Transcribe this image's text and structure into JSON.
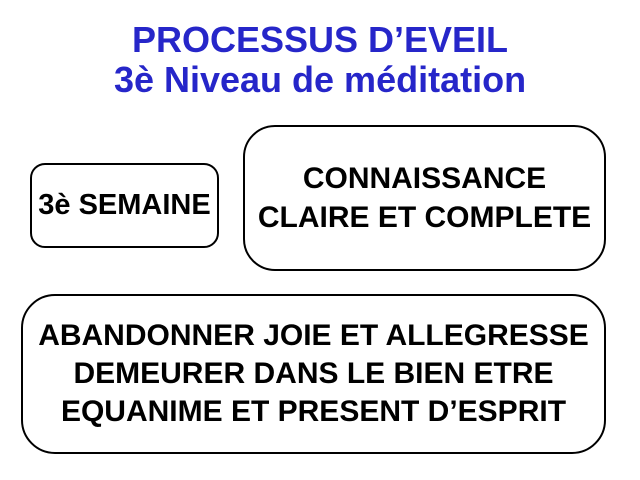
{
  "slide": {
    "background_color": "#ffffff",
    "title": {
      "line1": "PROCESSUS D’EVEIL",
      "line2": "3è Niveau de méditation",
      "color": "#2626c9"
    },
    "boxes": {
      "week": {
        "label": "3è SEMAINE",
        "border_color": "#000000",
        "text_color": "#000000"
      },
      "knowledge": {
        "line1": "CONNAISSANCE",
        "line2": "CLAIRE ET COMPLETE",
        "border_color": "#000000",
        "text_color": "#000000"
      },
      "practice": {
        "line1": "ABANDONNER JOIE ET ALLEGRESSE",
        "line2": "DEMEURER DANS LE BIEN ETRE",
        "line3": "EQUANIME ET PRESENT D’ESPRIT",
        "border_color": "#000000",
        "text_color": "#000000"
      }
    }
  }
}
